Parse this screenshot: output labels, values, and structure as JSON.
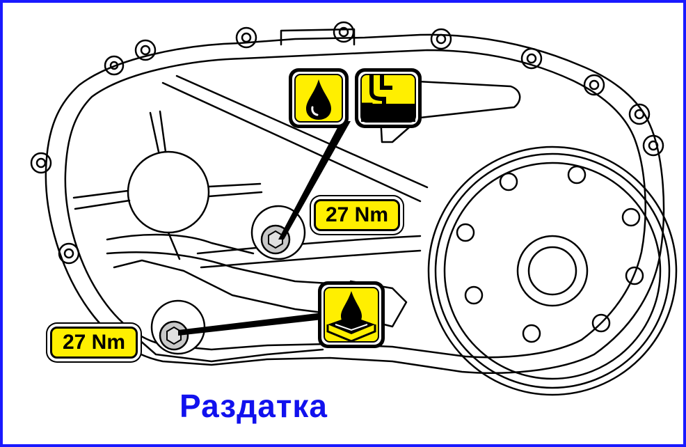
{
  "labels": {
    "torque_upper": "27 Nm",
    "torque_lower": "27 Nm",
    "caption": "Раздатка"
  },
  "icons": {
    "fill_plug": "oil-drop-icon",
    "level_check": "oil-level-icon",
    "drain_plug": "oil-drain-icon"
  },
  "colors": {
    "frame": "#1a1aff",
    "caption": "#1111ee",
    "label_fill": "#ffef00",
    "ink": "#000000"
  }
}
